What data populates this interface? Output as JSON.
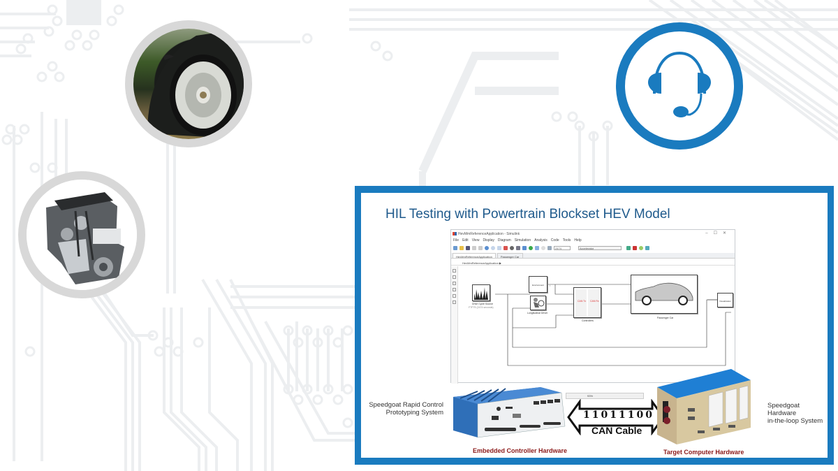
{
  "colors": {
    "accent_blue": "#1a7bbf",
    "title_blue": "#1f5a8c",
    "ring_gray": "#d8d8d8",
    "circuit_gray": "#eceef0",
    "hw_label_red": "#8b1a1a"
  },
  "decorations": {
    "car_wheel_photo": "car-wheel-photo",
    "engine_photo": "engine-photo",
    "support_icon": "headset-icon"
  },
  "slide": {
    "title": "HIL Testing with Powertrain Blockset HEV Model",
    "left_caption": [
      "Speedgoat Rapid Control",
      "Prototyping System"
    ],
    "right_caption": [
      "Speedgoat Hardware",
      "in-the-loop System"
    ],
    "left_hw_label": "Embedded Controller Hardware",
    "right_hw_label": "Target Computer Hardware",
    "can_bits": "11011100",
    "can_label": "CAN Cable",
    "progress_text": "93%"
  },
  "simulink": {
    "window_title": "HevMmReferenceApplication - Simulink",
    "window_controls": [
      "–",
      "☐",
      "✕"
    ],
    "menu": [
      "File",
      "Edit",
      "View",
      "Display",
      "Diagram",
      "Simulation",
      "Analysis",
      "Code",
      "Tools",
      "Help"
    ],
    "stop_time": "2474",
    "sim_mode": "Accelerator",
    "tabs": [
      {
        "label": "HevMmReferenceApplication",
        "active": true
      },
      {
        "label": "Passenger Car",
        "active": false
      }
    ],
    "breadcrumb": "HevMmReferenceApplication ▶",
    "blocks": {
      "drive_cycle": "Drive Cycle Source",
      "drive_cycle_sub": "FTP75 (2474  seconds)",
      "environment": "Environment",
      "driver": "Longitudinal Driver",
      "controllers": "Controllers",
      "can_tx": "CAN Tx",
      "can_rx": "CAN Rx",
      "passenger_car": "Passenger Car",
      "visualization": "Visualization"
    }
  }
}
